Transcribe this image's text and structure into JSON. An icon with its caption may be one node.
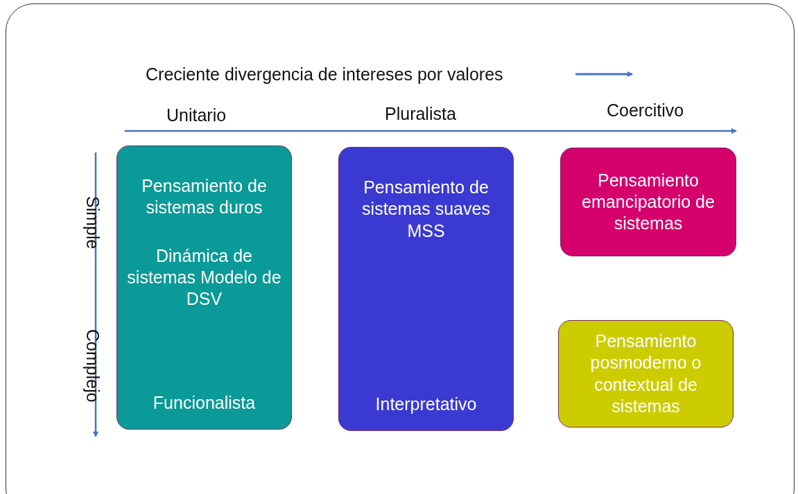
{
  "diagram": {
    "title": "Creciente divergencia de intereses por valores",
    "nodes": [
      {
        "text": [
          "Pensamiento de sistemas duros",
          "Dinámica de sistemas Modelo de DSV",
          "Funcionalista"
        ]
      },
      {
        "text": [
          "Pensamiento de sistemas suaves MSS",
          "Interpretativo"
        ]
      },
      {
        "text": [
          "Pensamiento emancipatorio de sistemas"
        ]
      },
      {
        "text": [
          "Pensamiento posmoderno o contextual de sistemas"
        ]
      }
    ],
    "labels": [
      "Unitario",
      "Pluralista",
      "Coercitivo",
      "Simple",
      "Complejo"
    ]
  }
}
